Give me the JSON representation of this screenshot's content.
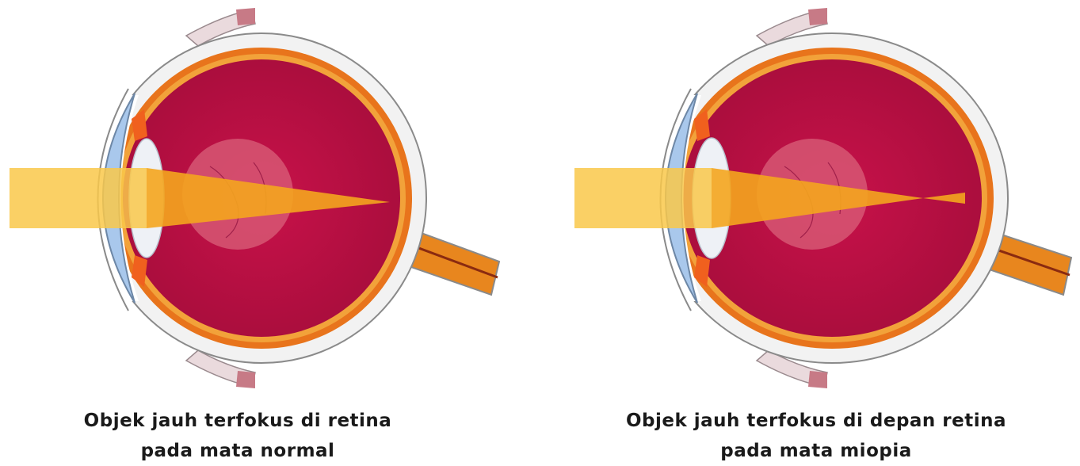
{
  "colors": {
    "sclera": "#f2f2f2",
    "sclera_outline": "#8a8a8a",
    "choroid": "#e8741c",
    "retina": "#f2a23a",
    "vitreous": "#c8124a",
    "vitreous_dark": "#a80d3c",
    "macula": "#d9607a",
    "iris": "#f0601e",
    "cornea": "#a9c8ec",
    "lens": "#eef1f6",
    "light_beam": "#f9c84a",
    "light_focus": "#f4a51e",
    "optic_nerve": "#e8861e",
    "muscle": "#c77a86"
  },
  "panels": [
    {
      "id": "normal",
      "caption_line1": "Objek jauh terfokus di retina",
      "caption_line2": "pada mata normal"
    },
    {
      "id": "myopia",
      "caption_line1": "Objek jauh terfokus di depan retina",
      "caption_line2": "pada mata miopia"
    }
  ]
}
